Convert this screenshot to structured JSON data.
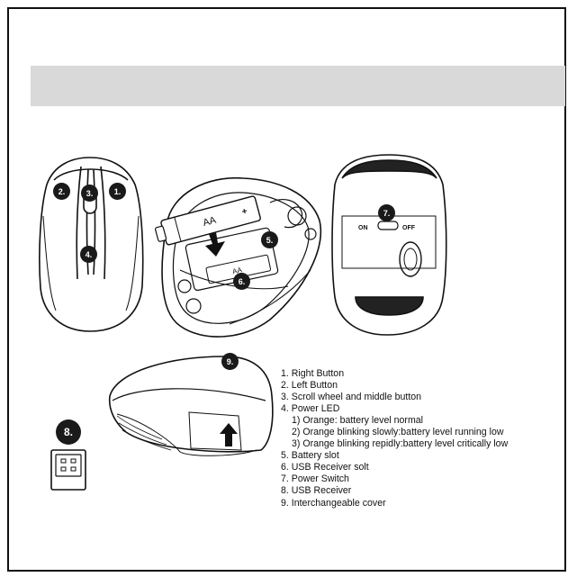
{
  "labels": {
    "l1": "1.",
    "l2": "2.",
    "l3": "3.",
    "l4": "4.",
    "l5": "5.",
    "l6": "6.",
    "l7": "7.",
    "l8": "8.",
    "l9": "9."
  },
  "battery": {
    "top": "AA",
    "slot": "AA"
  },
  "power_switch": {
    "on": "ON",
    "off": "OFF"
  },
  "legend": [
    {
      "text": "1. Right Button"
    },
    {
      "text": "2. Left Button"
    },
    {
      "text": "3. Scroll wheel and middle button"
    },
    {
      "text": "4. Power LED"
    },
    {
      "text": "1) Orange: battery level normal"
    },
    {
      "text": "2) Orange blinking slowly:battery level running low"
    },
    {
      "text": "3) Orange blinking repidly:battery level critically low"
    },
    {
      "text": "5. Battery slot"
    },
    {
      "text": "6. USB Receiver solt"
    },
    {
      "text": "7. Power Switch"
    },
    {
      "text": "8. USB Receiver"
    },
    {
      "text": "9. Interchangeable cover"
    }
  ]
}
